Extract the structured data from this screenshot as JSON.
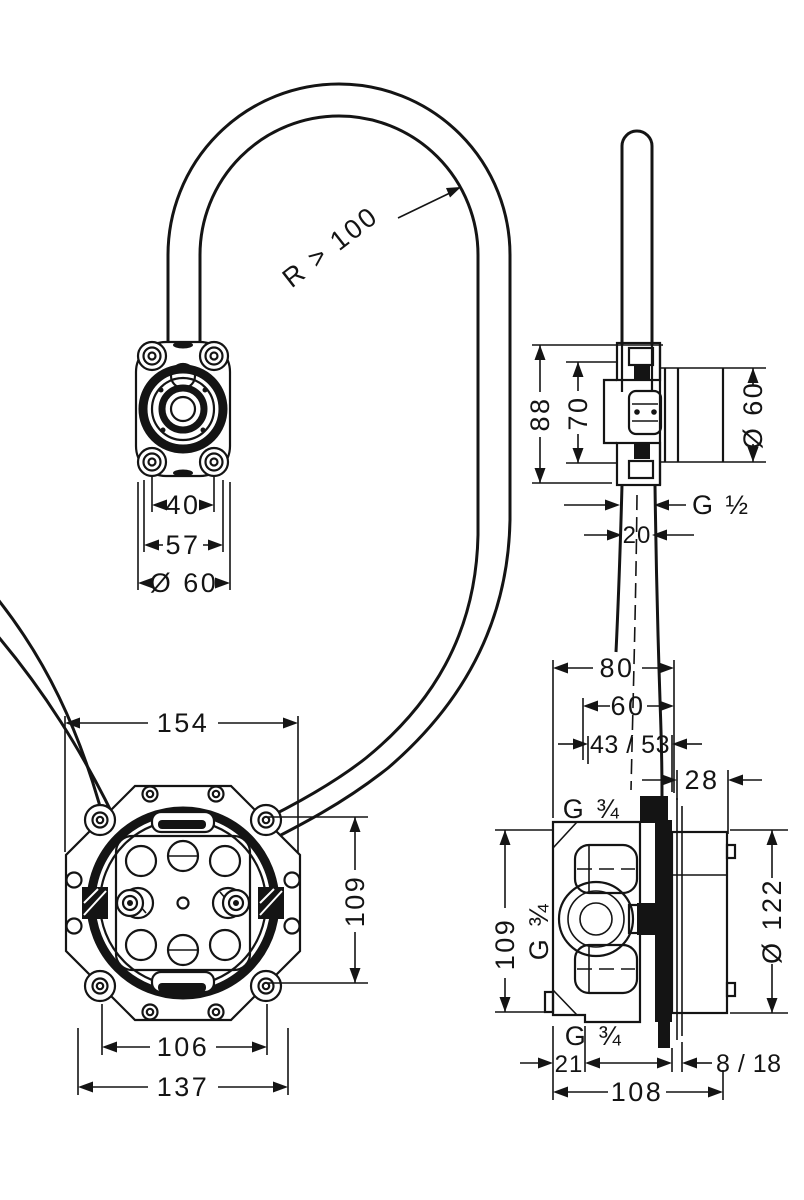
{
  "hose": {
    "bend_radius": "R > 100"
  },
  "outlet_front": {
    "d40": "40",
    "d57": "57",
    "d60": "Ø 60"
  },
  "outlet_side": {
    "d88": "88",
    "d70": "70",
    "d60": "Ø 60",
    "thread": "G ½",
    "d20": "20"
  },
  "ibox_front": {
    "d154": "154",
    "d109": "109",
    "d106": "106",
    "d137": "137"
  },
  "ibox_side": {
    "d80": "80",
    "d60": "60",
    "d4353": "43 / 53",
    "d28": "28",
    "thread_top": "G ¾",
    "d109": "109",
    "thread_side": "G ¾",
    "d122": "Ø 122",
    "thread_bottom": "G ¾",
    "d21": "21",
    "d818": "8 / 18",
    "d108": "108"
  }
}
